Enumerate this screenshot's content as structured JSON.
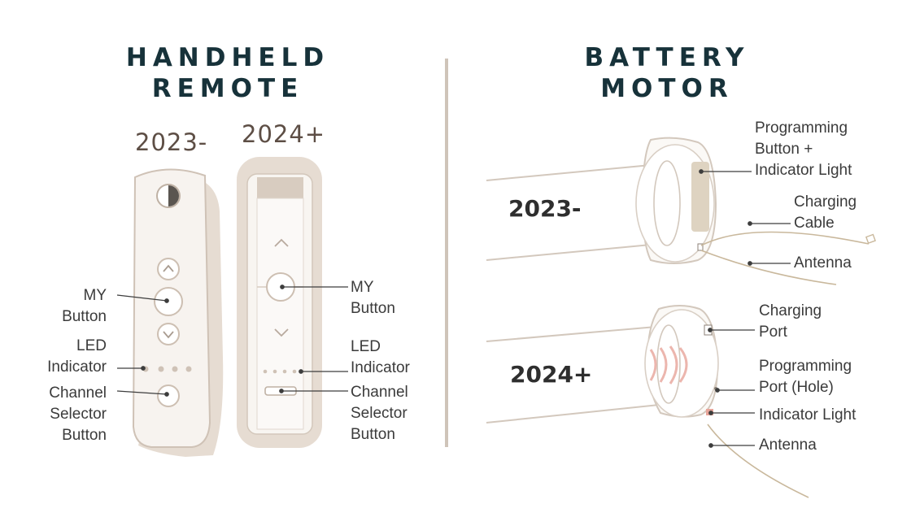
{
  "left_panel": {
    "title_line1": "HANDHELD",
    "title_line2": "REMOTE",
    "version_old": "2023-",
    "version_new": "2024+",
    "labels": {
      "my_button": [
        "MY",
        "Button"
      ],
      "led_indicator": [
        "LED",
        "Indicator"
      ],
      "channel_selector": [
        "Channel",
        "Selector",
        "Button"
      ]
    }
  },
  "right_panel": {
    "title_line1": "BATTERY",
    "title_line2": "MOTOR",
    "version_old": "2023-",
    "version_new": "2024+",
    "labels_old": {
      "programming_button": [
        "Programming",
        "Button +",
        "Indicator Light"
      ],
      "charging_cable": [
        "Charging",
        "Cable"
      ],
      "antenna": [
        "Antenna"
      ]
    },
    "labels_new": {
      "charging_port": [
        "Charging",
        "Port"
      ],
      "programming_port": [
        "Programming",
        "Port (Hole)"
      ],
      "indicator_light": [
        "Indicator Light"
      ],
      "antenna": [
        "Antenna"
      ]
    }
  },
  "colors": {
    "title": "#17323a",
    "version": "#5d4e45",
    "outline": "#cbbfb4",
    "fill": "#ece4dc",
    "wire": "#c9b89c",
    "indicator_glow": "#e8a59a"
  }
}
